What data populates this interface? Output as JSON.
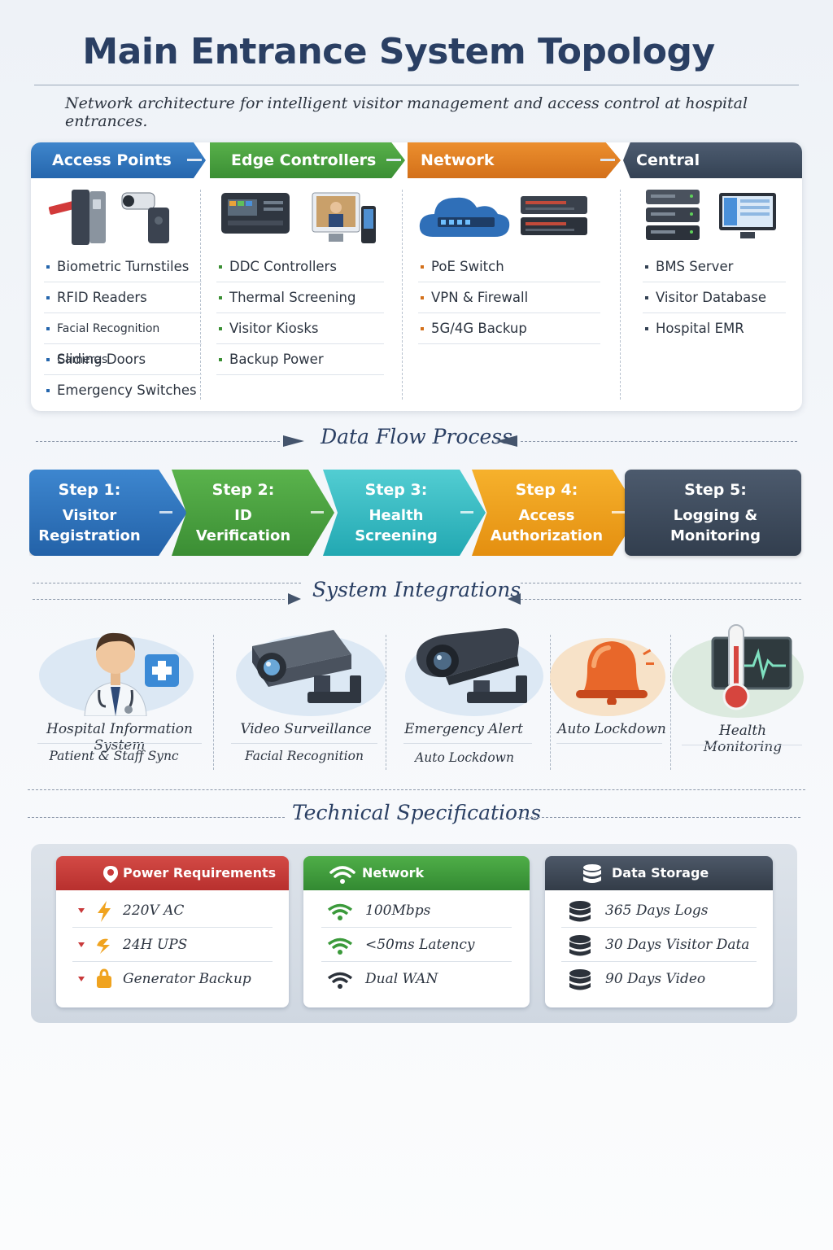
{
  "header": {
    "title": "Main Entrance System Topology",
    "subtitle": "Network architecture for intelligent visitor management and access control at hospital entrances."
  },
  "topology": {
    "columns": [
      {
        "title": "Access Points",
        "color": "#2566ad",
        "items": [
          "Biometric Turnstiles",
          "RFID Readers",
          "Facial Recognition Cameras",
          "Sliding Doors",
          "Emergency Switches"
        ]
      },
      {
        "title": "Edge Controllers",
        "color": "#3b8f34",
        "items": [
          "DDC Controllers",
          "Thermal Screening",
          "Visitor Kiosks",
          "Backup Power"
        ]
      },
      {
        "title": "Network Infrastructure",
        "color": "#d3701a",
        "items": [
          "PoE Switch",
          "VPN & Firewall",
          "5G/4G Backup"
        ]
      },
      {
        "title": "Central Management",
        "color": "#344254",
        "items": [
          "BMS Server",
          "Visitor Database",
          "Hospital EMR"
        ]
      }
    ]
  },
  "flow": {
    "title": "Data Flow Process",
    "steps": [
      {
        "num": "Step 1:",
        "name1": "Visitor",
        "name2": "Registration"
      },
      {
        "num": "Step 2:",
        "name1": "ID",
        "name2": "Verification"
      },
      {
        "num": "Step 3:",
        "name1": "Health",
        "name2": "Screening"
      },
      {
        "num": "Step 4:",
        "name1": "Access",
        "name2": "Authorization"
      },
      {
        "num": "Step 5:",
        "name1": "Logging &",
        "name2": "Monitoring"
      }
    ]
  },
  "integrations": {
    "title": "System Integrations",
    "items": [
      {
        "title": "Hospital Information System",
        "sub": "Patient & Staff Sync",
        "icon": "doctor-icon"
      },
      {
        "title": "Video Surveillance",
        "sub": "Facial Recognition",
        "icon": "camera-icon"
      },
      {
        "title": "Emergency Alert",
        "sub": "Auto Lockdown",
        "icon": "dome-camera-icon"
      },
      {
        "title": "Auto Lockdown",
        "sub": "",
        "icon": "alarm-bell-icon"
      },
      {
        "title": "Health Monitoring",
        "sub": "",
        "icon": "thermometer-icon"
      }
    ]
  },
  "specs": {
    "title": "Technical Specifications",
    "cards": [
      {
        "title": "Power Requirements",
        "color": "#c9393a",
        "items": [
          "220V AC",
          "24H UPS",
          "Generator Backup"
        ]
      },
      {
        "title": "Network Requirements",
        "color": "#3b9a3b",
        "items": [
          "100Mbps",
          "<50ms Latency",
          "Dual WAN"
        ]
      },
      {
        "title": "Data Storage",
        "color": "#3d4756",
        "items": [
          "365 Days Logs",
          "30 Days Visitor Data",
          "90 Days Video"
        ]
      }
    ]
  }
}
